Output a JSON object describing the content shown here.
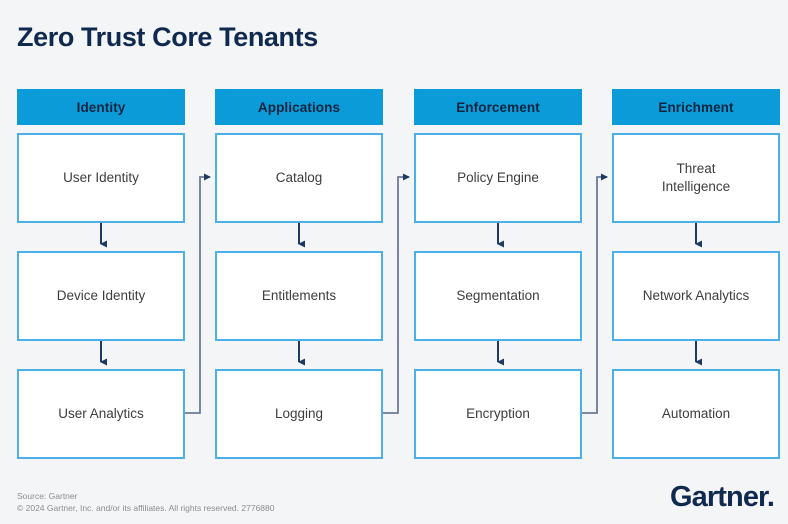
{
  "title": "Zero Trust Core Tenants",
  "background_color": "#f4f5f6",
  "colors": {
    "header_blue": "#0a9bd8",
    "box_border_blue": "#4bafe8",
    "navy": "#10294f",
    "arrow": "#1d3a63",
    "connector": "#6b7b94",
    "body_text": "#3d3d3d",
    "footer_text": "#8a8d90"
  },
  "columns": [
    {
      "header": "Identity",
      "nodes": [
        "User Identity",
        "Device Identity",
        "User Analytics"
      ]
    },
    {
      "header": "Applications",
      "nodes": [
        "Catalog",
        "Entitlements",
        "Logging"
      ]
    },
    {
      "header": "Enforcement",
      "nodes": [
        "Policy Engine",
        "Segmentation",
        "Encryption"
      ]
    },
    {
      "header": "Enrichment",
      "nodes": [
        "Threat\nIntelligence",
        "Network Analytics",
        "Automation"
      ]
    }
  ],
  "footer": {
    "source": "Source: Gartner",
    "copyright": "© 2024 Gartner, Inc. and/or its affiliates. All rights reserved. 2776880",
    "logo": "Gartner."
  }
}
